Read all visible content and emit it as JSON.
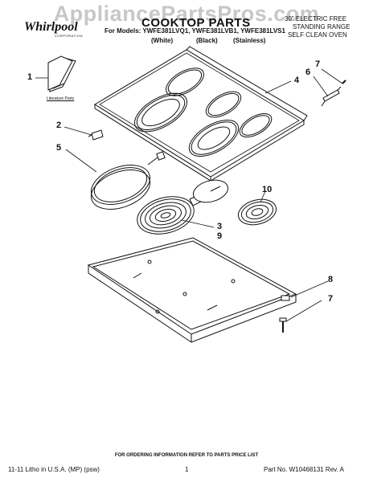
{
  "watermark": "AppliancePartsPros.com",
  "brand": {
    "name": "Whirlpool",
    "sub": "CORPORATION"
  },
  "header": {
    "title": "COOKTOP PARTS",
    "models_prefix": "For Models: YWFE381LVQ1, YWFE381LVB1, YWFE381LVS1",
    "colors": [
      "(White)",
      "(Black)",
      "(Stainless)"
    ],
    "spec_lines": [
      "30\" ELECTRIC FREE",
      "STANDING RANGE",
      "SELF CLEAN OVEN"
    ]
  },
  "literature_label": "Literature Parts",
  "callouts": [
    "1",
    "2",
    "3",
    "4",
    "5",
    "6",
    "7",
    "7",
    "8",
    "9",
    "10"
  ],
  "footer": {
    "note": "FOR ORDERING INFORMATION REFER TO PARTS PRICE LIST",
    "left": "11-11 Litho in U.S.A. (MP) (psw)",
    "page": "1",
    "right": "Part No. W10468131 Rev. A"
  }
}
